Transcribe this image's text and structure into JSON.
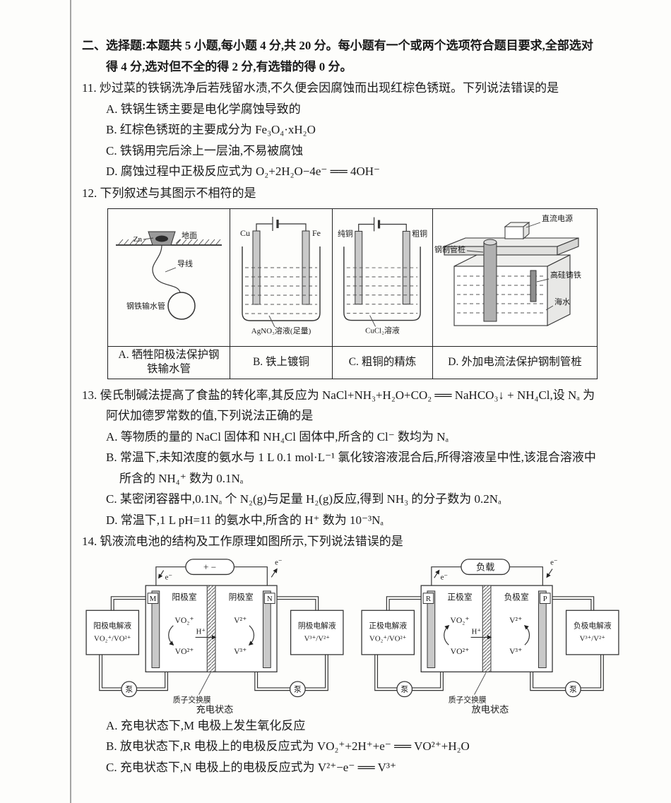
{
  "colors": {
    "ink": "#1a1a1a",
    "paper": "#fdfdfb"
  },
  "section_header": "二、选择题:本题共 5 小题,每小题 4 分,共 20 分。每小题有一个或两个选项符合题目要求,全部选对得 4 分,选对但不全的得 2 分,有选错的得 0 分。",
  "q11": {
    "stem": "11. 炒过菜的铁锅洗净后若残留水渍,不久便会因腐蚀而出现红棕色锈斑。下列说法错误的是",
    "optA": "A. 铁锅生锈主要是电化学腐蚀导致的",
    "optB": "B. 红棕色锈斑的主要成分为 Fe₃O₄·xH₂O",
    "optC": "C. 铁锅用完后涂上一层油,不易被腐蚀",
    "optD": "D. 腐蚀过程中正极反应式为 O₂+2H₂O−4e⁻ ══ 4OH⁻"
  },
  "q12": {
    "stem": "12. 下列叙述与其图示不相符的是",
    "cellA": {
      "caption": "A. 牺牲阳极法保护钢铁输水管",
      "labels": {
        "zn": "Zn",
        "ground": "地面",
        "wire": "导线",
        "pipe": "钢铁输水管"
      }
    },
    "cellB": {
      "caption": "B. 铁上镀铜",
      "labels": {
        "left": "Cu",
        "right": "Fe",
        "solution": "AgNO₃溶液(足量)"
      }
    },
    "cellC": {
      "caption": "C. 粗铜的精炼",
      "labels": {
        "left": "纯铜",
        "right": "粗铜",
        "solution": "CuCl₂溶液"
      }
    },
    "cellD": {
      "caption": "D. 外加电流法保护钢制管桩",
      "labels": {
        "power": "直流电源",
        "pile": "钢制管桩",
        "iron": "高硅铸铁",
        "sea": "海水"
      }
    }
  },
  "q13": {
    "stem": "13. 侯氏制碱法提高了食盐的转化率,其反应为 NaCl+NH₃+H₂O+CO₂ ══ NaHCO₃↓ + NH₄Cl,设 Nₐ 为阿伏加德罗常数的值,下列说法正确的是",
    "optA": "A. 等物质的量的 NaCl 固体和 NH₄Cl 固体中,所含的 Cl⁻ 数均为 Nₐ",
    "optB": "B. 常温下,未知浓度的氨水与 1 L 0.1 mol·L⁻¹ 氯化铵溶液混合后,所得溶液呈中性,该混合溶液中所含的 NH₄⁺ 数为 0.1Nₐ",
    "optC": "C. 某密闭容器中,0.1Nₐ 个 N₂(g)与足量 H₂(g)反应,得到 NH₃ 的分子数为 0.2Nₐ",
    "optD": "D. 常温下,1 L pH=11 的氨水中,所含的 H⁺ 数为 10⁻³Nₐ"
  },
  "q14": {
    "stem": "14. 钒液流电池的结构及工作原理如图所示,下列说法错误的是",
    "charge": {
      "source": "+  −",
      "e_left": "e⁻",
      "e_right": "e⁻",
      "electrode_left": "M",
      "electrode_right": "N",
      "chamber_left": "阳极室",
      "chamber_right": "阴极室",
      "sp_l_top": "VO₂⁺",
      "sp_l_bot": "VO²⁺",
      "h_ion": "H⁺",
      "sp_r_top": "V²⁺",
      "sp_r_bot": "V³⁺",
      "tank_left_label": "阳极电解液",
      "tank_left_formula": "VO₂⁺/VO²⁺",
      "tank_right_label": "阴极电解液",
      "tank_right_formula": "V³⁺/V²⁺",
      "pump": "泵",
      "membrane": "质子交换膜",
      "caption": "充电状态"
    },
    "discharge": {
      "source": "负载",
      "e_left": "e⁻",
      "e_right": "e⁻",
      "electrode_left": "R",
      "electrode_right": "P",
      "chamber_left": "正极室",
      "chamber_right": "负极室",
      "sp_l_top": "VO₂⁺",
      "sp_l_bot": "VO²⁺",
      "h_ion": "H⁺",
      "sp_r_top": "V²⁺",
      "sp_r_bot": "V³⁺",
      "tank_left_label": "正极电解液",
      "tank_left_formula": "VO₂⁺/VO²⁺",
      "tank_right_label": "负极电解液",
      "tank_right_formula": "V³⁺/V²⁺",
      "pump": "泵",
      "membrane": "质子交换膜",
      "caption": "放电状态"
    },
    "optA": "A. 充电状态下,M 电极上发生氧化反应",
    "optB": "B. 放电状态下,R 电极上的电极反应式为 VO₂⁺+2H⁺+e⁻ ══ VO²⁺+H₂O",
    "optC": "C. 充电状态下,N 电极上的电极反应式为 V²⁺−e⁻ ══ V³⁺"
  }
}
